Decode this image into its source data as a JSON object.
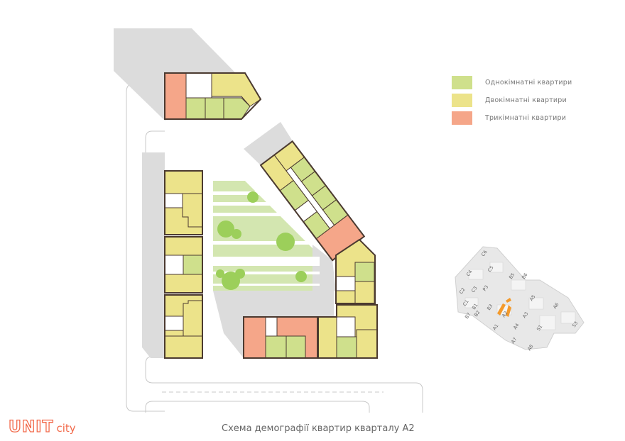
{
  "legend": {
    "items": [
      {
        "label": "Однокімнатні квартири",
        "color": "#cfe08c"
      },
      {
        "label": "Двокімнатні квартири",
        "color": "#ece38a"
      },
      {
        "label": "Трикімнатні квартири",
        "color": "#f5a689"
      }
    ]
  },
  "title": "Схема демографії квартир кварталу А2",
  "logo": {
    "unit": "UNIT",
    "city": "city",
    "color": "#f26a4b"
  },
  "colors": {
    "one_room": "#cfe08c",
    "two_room": "#ece38a",
    "three_room": "#f5a689",
    "ground": "#dcdcdc",
    "wall": "#4b3a30",
    "park": "#d3e6b0",
    "tree": "#9ccf5a",
    "highlight": "#f39a2c"
  },
  "key_map": {
    "labels": [
      "C6",
      "C4",
      "C5",
      "B5",
      "B6",
      "C2",
      "C3",
      "P3",
      "C1",
      "B1",
      "B3",
      "A5",
      "A6",
      "B2",
      "A2",
      "A3",
      "B7",
      "A1",
      "A4",
      "S1",
      "A7",
      "A8",
      "S3"
    ],
    "highlighted": "A2"
  }
}
